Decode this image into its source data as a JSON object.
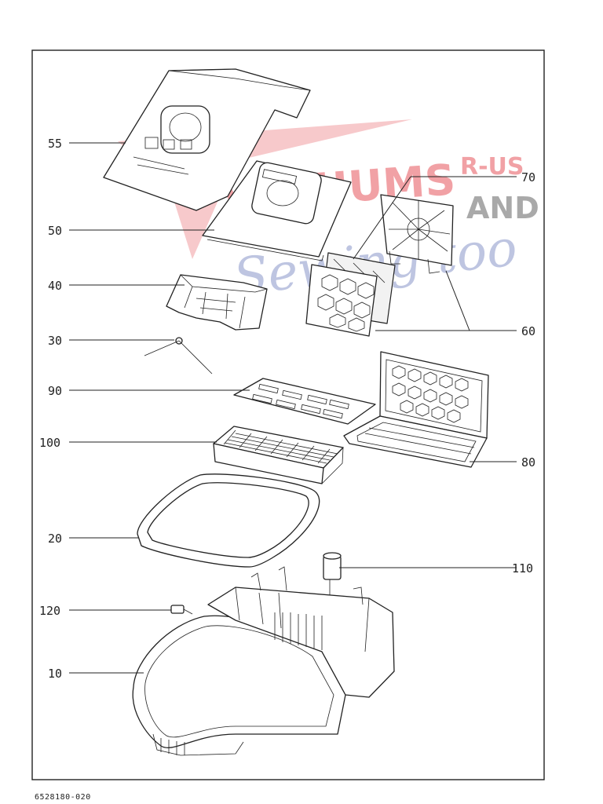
{
  "callouts": {
    "p55": "55",
    "p50": "50",
    "p40": "40",
    "p30": "30",
    "p90": "90",
    "p100": "100",
    "p20": "20",
    "p120": "120",
    "p10": "10",
    "p70": "70",
    "p60": "60",
    "p80": "80",
    "p110": "110"
  },
  "watermark": {
    "main": "VACUUMS",
    "r_us": "R-US",
    "and": "AND",
    "sewing": "Sewing too"
  },
  "document_number": "6528180-020",
  "colors": {
    "watermark_red": "#e9646a",
    "watermark_grey": "#8d8d8d",
    "watermark_blue": "#8a96c9",
    "line": "#222222"
  }
}
